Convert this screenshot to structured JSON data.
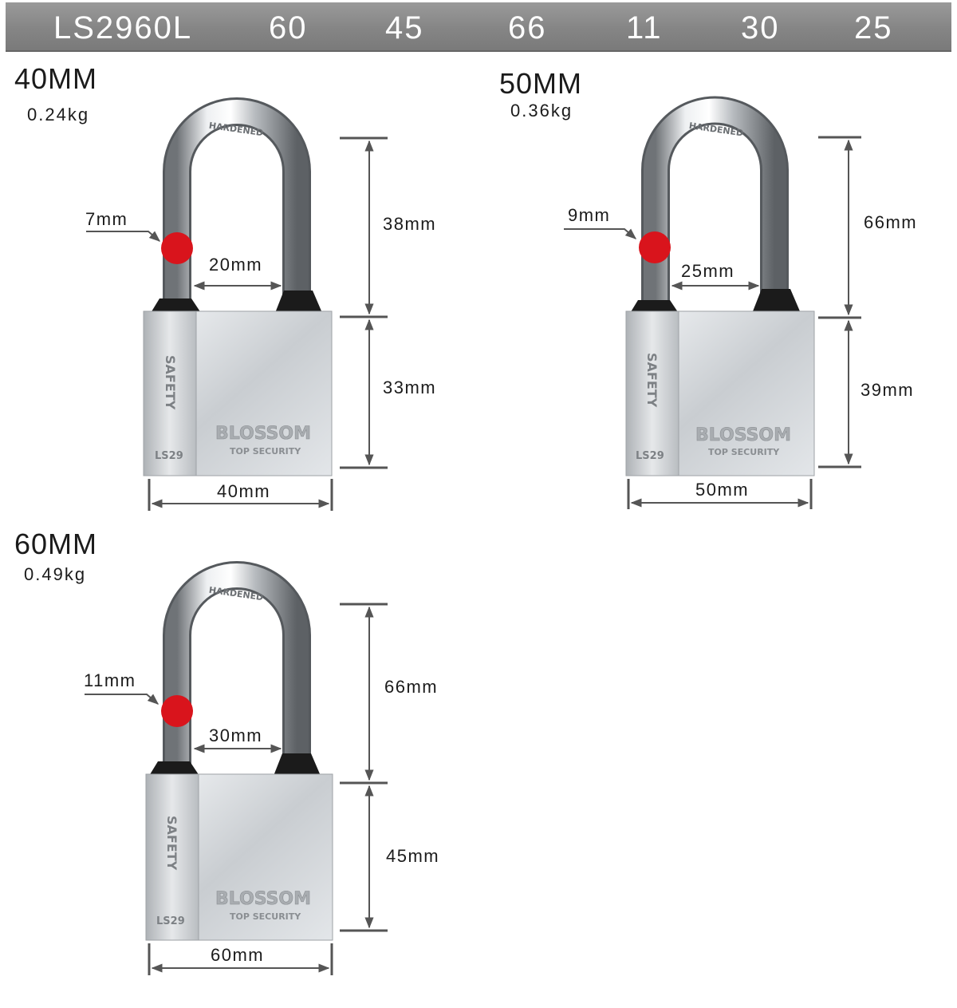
{
  "header": {
    "model": "LS2960L",
    "values": [
      "60",
      "45",
      "66",
      "11",
      "30",
      "25"
    ]
  },
  "locks": [
    {
      "title": "40MM",
      "weight": "0.24kg",
      "shackle_diameter": "7mm",
      "shackle_gap": "20mm",
      "shackle_height": "38mm",
      "body_height": "33mm",
      "body_width": "40mm"
    },
    {
      "title": "50MM",
      "weight": "0.36kg",
      "shackle_diameter": "9mm",
      "shackle_gap": "25mm",
      "shackle_height": "66mm",
      "body_height": "39mm",
      "body_width": "50mm"
    },
    {
      "title": "60MM",
      "weight": "0.49kg",
      "shackle_diameter": "11mm",
      "shackle_gap": "30mm",
      "shackle_height": "66mm",
      "body_height": "45mm",
      "body_width": "60mm"
    }
  ],
  "engraving": {
    "brand": "BLOSSOM",
    "tagline": "TOP SECURITY",
    "side": "SAFETY",
    "code": "LS29",
    "shackle": "HARDENED"
  },
  "colors": {
    "header_bar": "#858585",
    "marker_dot": "#d9141c",
    "dimension_line": "#555555"
  }
}
